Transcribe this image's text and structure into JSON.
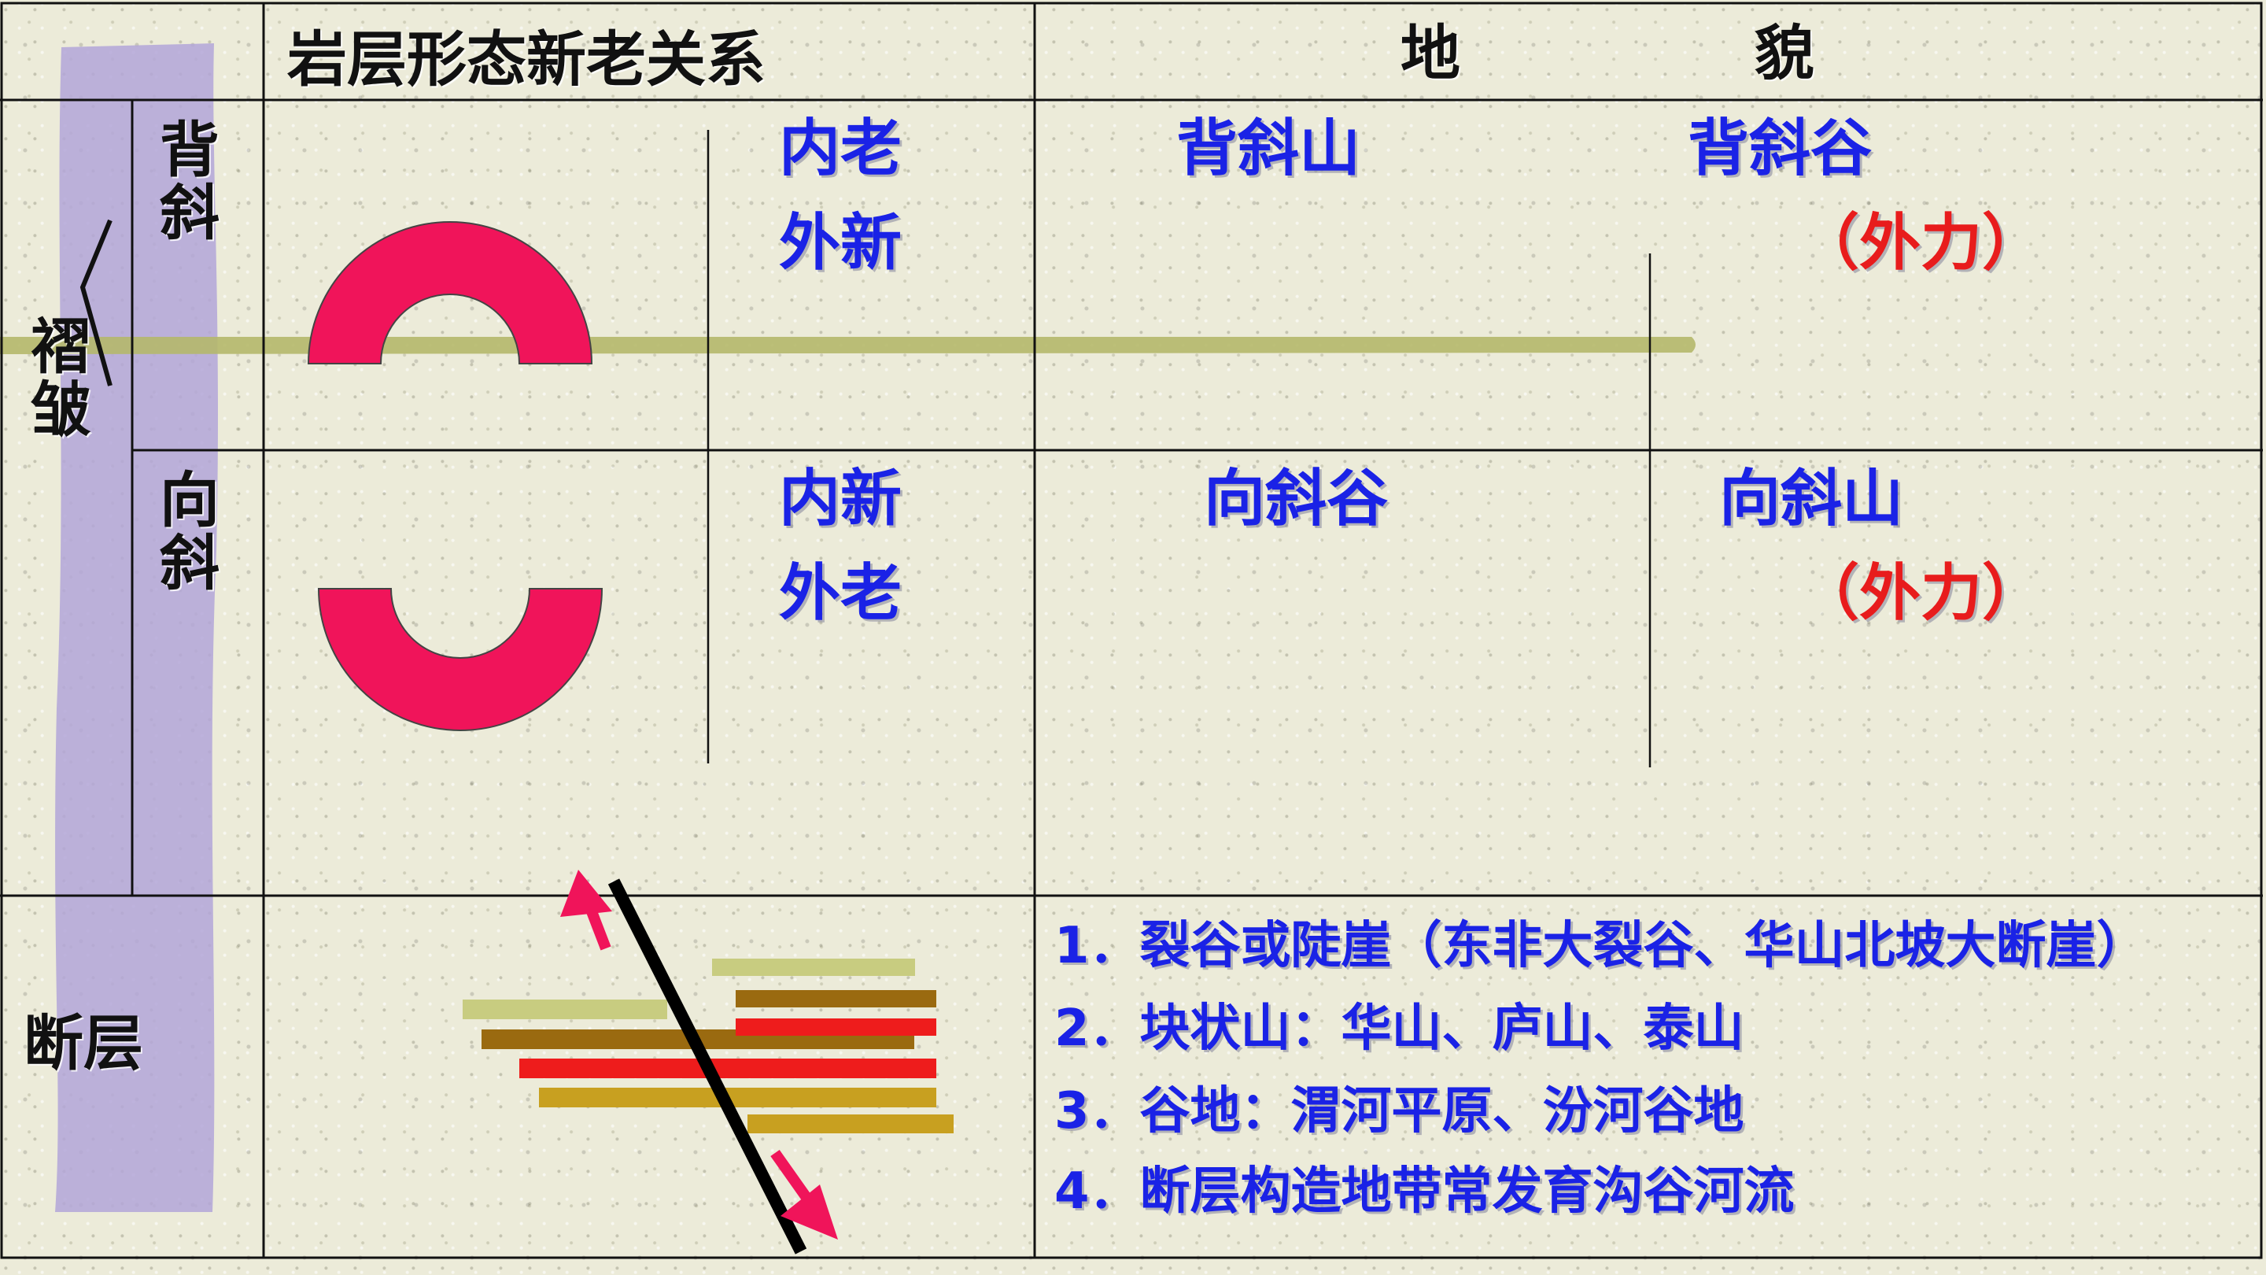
{
  "header": {
    "col1": "岩层形态新老关系",
    "col2_a": "地",
    "col2_b": "貌"
  },
  "left": {
    "fold": "褶皱",
    "fault": "断层",
    "anticline": "背斜",
    "syncline": "向斜"
  },
  "anticline_row": {
    "age_1": "内老",
    "age_2": "外新",
    "landform_1": "背斜山",
    "landform_2": "背斜谷",
    "force": "（外力）"
  },
  "syncline_row": {
    "age_1": "内新",
    "age_2": "外老",
    "landform_1": "向斜谷",
    "landform_2": "向斜山",
    "force": "（外力）"
  },
  "fault_row": {
    "items": [
      "1．裂谷或陡崖（东非大裂谷、华山北坡大断崖）",
      "2．块状山：华山、庐山、泰山",
      "3．谷地：渭河平原、汾河谷地",
      "4．断层构造地带常发育沟谷河流"
    ]
  },
  "colors": {
    "text_blue": "#1a22e6",
    "text_red": "#e81c1c",
    "arch_fill": "#f0145a",
    "band_purple": "#b3a6d8",
    "band_olive": "#b5b86a"
  }
}
